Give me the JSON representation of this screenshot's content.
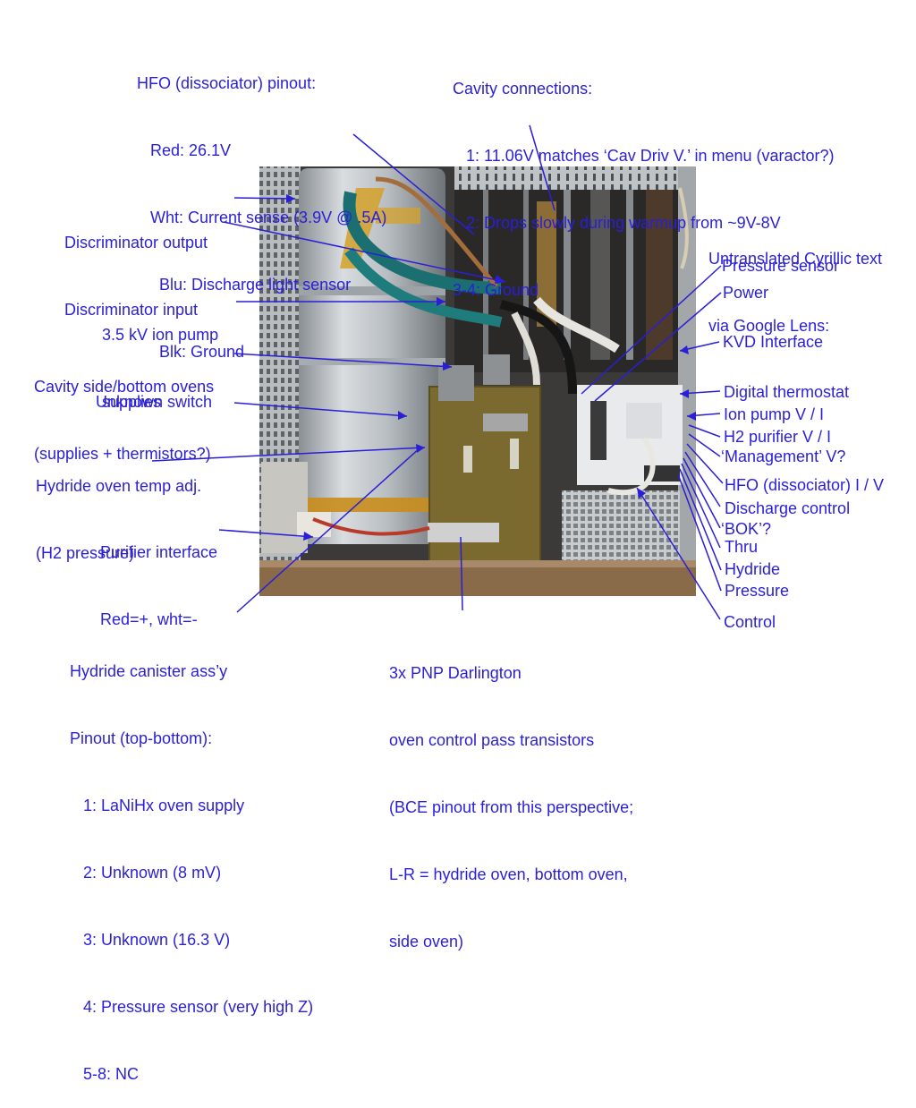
{
  "annotation_color": "#2a1fd6",
  "labels": {
    "hfo_pinout": [
      "HFO (dissociator) pinout:",
      "   Red: 26.1V",
      "   Wht: Current sense (3.9V @ .5A)",
      "     Blu: Discharge light sensor",
      "     Blk: Ground"
    ],
    "cavity_connections": [
      "Cavity connections:",
      "   1: 11.06V matches ‘Cav Driv V.’ in menu (varactor?)",
      "   2: Drops slowly during warmup from ~9V-8V",
      "3-4: Ground"
    ],
    "discriminator": [
      "Discriminator output",
      "Discriminator input"
    ],
    "ion_pump_supplies": [
      "3.5 kV ion pump",
      "supplies"
    ],
    "cavity_ovens": [
      "Cavity side/bottom ovens",
      "(supplies + thermistors?)"
    ],
    "unknown_switch": "Unknown switch",
    "hydride_oven_adj": [
      "Hydride oven temp adj.",
      "(H2 pressure)"
    ],
    "purifier_interface": [
      "Purifier interface",
      "Red=+, wht=-"
    ],
    "hydride_canister": [
      "Hydride canister ass’y",
      "Pinout (top-bottom):",
      "   1: LaNiHx oven supply",
      "   2: Unknown (8 mV)",
      "   3: Unknown (16.3 V)",
      "   4: Pressure sensor (very high Z)",
      "   5-8: NC"
    ],
    "pnp_darlington": [
      "3x PNP Darlington",
      "oven control pass transistors",
      "(BCE pinout from this perspective;",
      "L-R = hydride oven, bottom oven,",
      "side oven)"
    ],
    "cyrillic_note": [
      "Untranslated Cyrillic text",
      "via Google Lens:"
    ],
    "pressure_sensor": "Pressure sensor",
    "power": "Power",
    "kvd_interface": "KVD Interface",
    "digital_thermostat": "Digital thermostat",
    "ion_pump_vi": "Ion pump V / I",
    "h2_purifier_vi": "H2 purifier V / I",
    "management_v": "‘Management’ V?",
    "hfo_iv": "HFO (dissociator) I / V",
    "discharge_control": "Discharge control",
    "bok": "‘BOK’?",
    "thru": "Thru",
    "hydride": "Hydride",
    "pressure": "Pressure",
    "control": "Control"
  }
}
